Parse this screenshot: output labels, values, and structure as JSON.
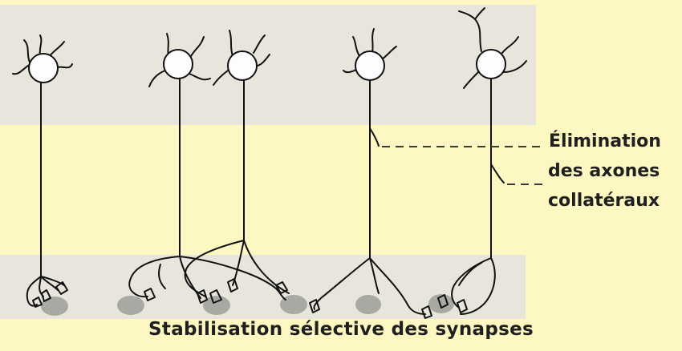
{
  "labels": {
    "elimination_line1": "Élimination",
    "elimination_line2": "des axones",
    "elimination_line3": "collatéraux",
    "caption": "Stabilisation sélective des synapses"
  },
  "colors": {
    "background": "#fdf7c2",
    "band": "#e8e6dc",
    "target": "#a9a9a3",
    "line": "#111111",
    "leader": "#3a3a3a"
  }
}
